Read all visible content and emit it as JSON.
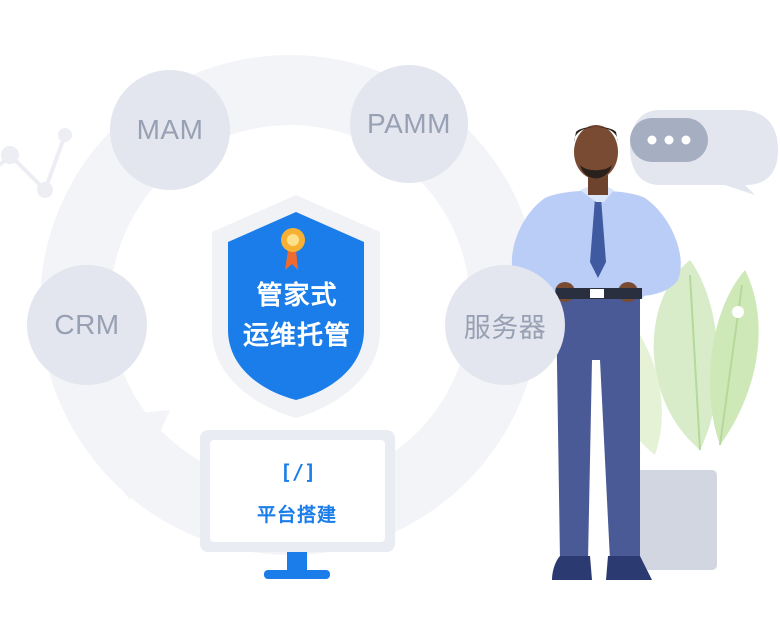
{
  "nodes": {
    "mam": "MAM",
    "pamm": "PAMM",
    "crm": "CRM",
    "server": "服务器"
  },
  "shield": {
    "line1": "管家式",
    "line2": "运维托管"
  },
  "monitor": {
    "code_symbol": "[/]",
    "label": "平台搭建"
  },
  "speech_bubble": {
    "dots": 3
  },
  "colors": {
    "accent_blue": "#1a7dea",
    "node_fill": "#e3e6ee",
    "node_text": "#98a0b3",
    "shirt": "#b9cdf6",
    "trousers": "#4a5a96"
  }
}
